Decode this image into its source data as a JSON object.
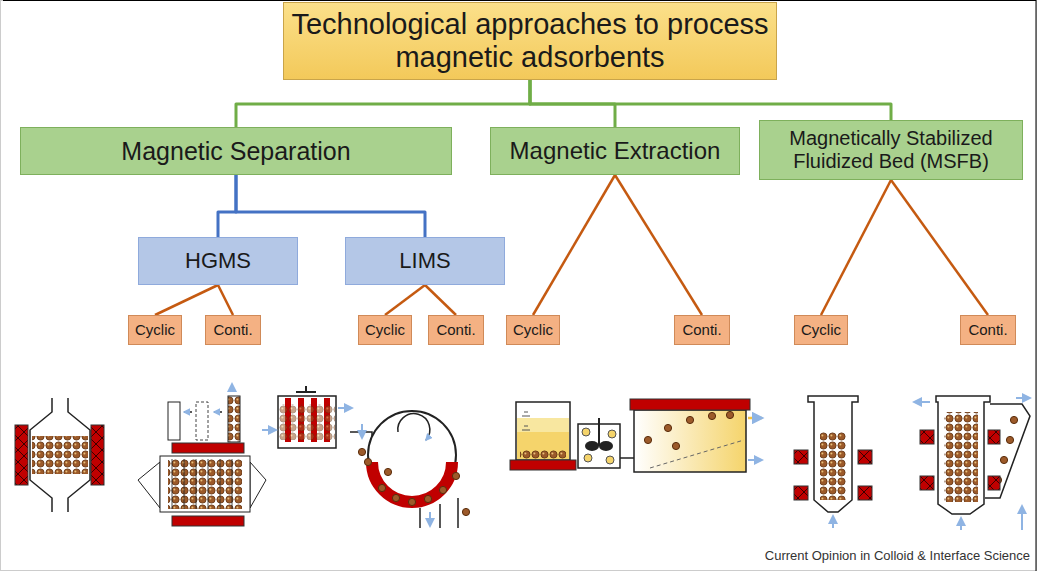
{
  "diagram": {
    "nodes": [
      {
        "text": [
          "Technological approaches to process magnetic adsorbents"
        ]
      },
      {
        "text": [
          "Magnetic Separation"
        ]
      },
      {
        "text": [
          "Magnetic Extraction"
        ]
      },
      {
        "text": [
          "Magnetically Stabilized Fluidized Bed (MSFB)"
        ]
      },
      {
        "text": [
          "HGMS"
        ]
      },
      {
        "text": [
          "LIMS"
        ]
      },
      {
        "text": [
          "Cyclic"
        ]
      },
      {
        "text": [
          "Conti."
        ]
      },
      {
        "text": [
          "Cyclic"
        ]
      },
      {
        "text": [
          "Conti."
        ]
      },
      {
        "text": [
          "Cyclic"
        ]
      },
      {
        "text": [
          "Conti."
        ]
      },
      {
        "text": [
          "Cyclic"
        ]
      },
      {
        "text": [
          "Conti."
        ]
      }
    ],
    "edges": [
      {
        "from": 0,
        "to": 1,
        "arrow": "none"
      },
      {
        "from": 0,
        "to": 2,
        "arrow": "none"
      },
      {
        "from": 0,
        "to": 3,
        "arrow": "none"
      },
      {
        "from": 1,
        "to": 4,
        "arrow": "none"
      },
      {
        "from": 1,
        "to": 5,
        "arrow": "none"
      },
      {
        "from": 4,
        "to": 6,
        "arrow": "none"
      },
      {
        "from": 4,
        "to": 7,
        "arrow": "none"
      },
      {
        "from": 5,
        "to": 8,
        "arrow": "none"
      },
      {
        "from": 5,
        "to": 9,
        "arrow": "none"
      },
      {
        "from": 2,
        "to": 10,
        "arrow": "none"
      },
      {
        "from": 2,
        "to": 11,
        "arrow": "none"
      },
      {
        "from": 3,
        "to": 12,
        "arrow": "none"
      },
      {
        "from": 3,
        "to": 13,
        "arrow": "none"
      }
    ],
    "labels": [
      "Current Opinion in Colloid & Interface Science"
    ]
  }
}
